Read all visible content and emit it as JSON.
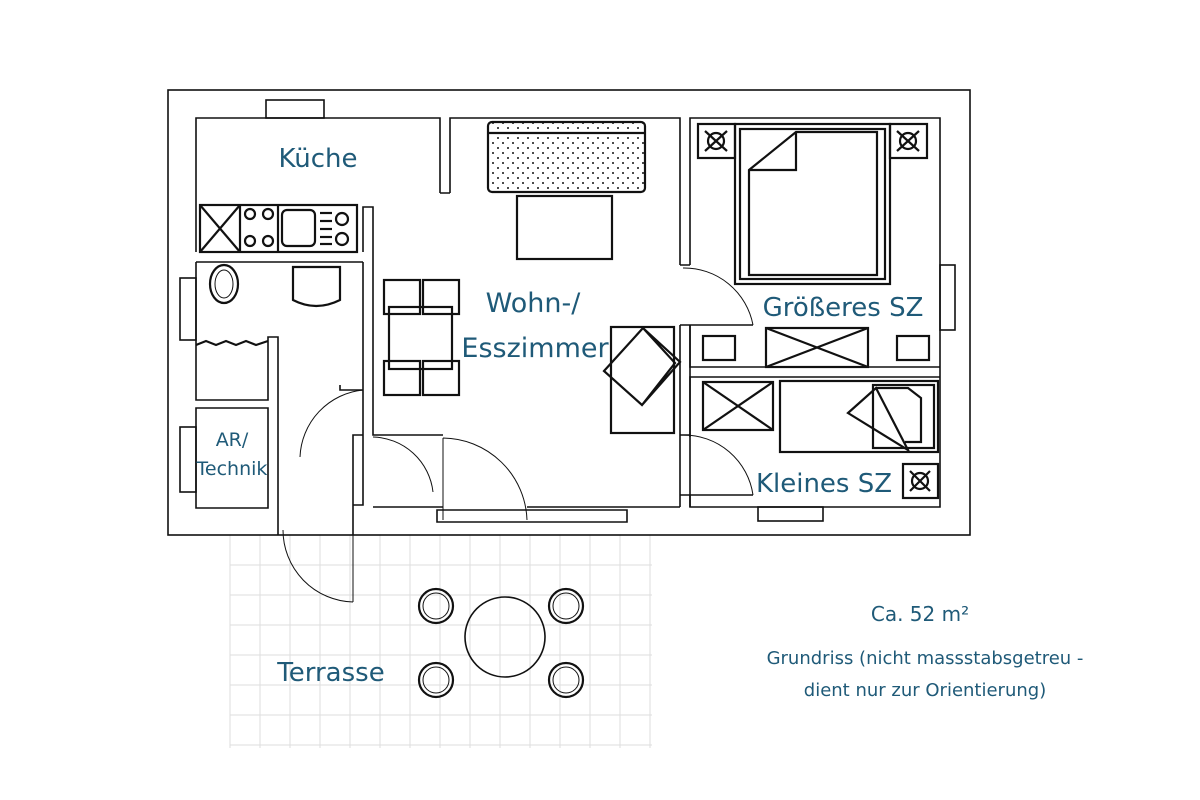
{
  "rooms": {
    "kitchen": "Küche",
    "living_1": "Wohn-/",
    "living_2": "Esszimmer",
    "ar_1": "AR/",
    "ar_2": "Technik",
    "bedroom_large": "Größeres SZ",
    "bedroom_small": "Kleines SZ",
    "terrace": "Terrasse"
  },
  "info": {
    "area": "Ca. 52 m²",
    "note_1": "Grundriss (nicht massstabsgetreu -",
    "note_2": "dient nur zur Orientierung)"
  },
  "colors": {
    "label": "#1f5a78",
    "line": "#111111"
  }
}
